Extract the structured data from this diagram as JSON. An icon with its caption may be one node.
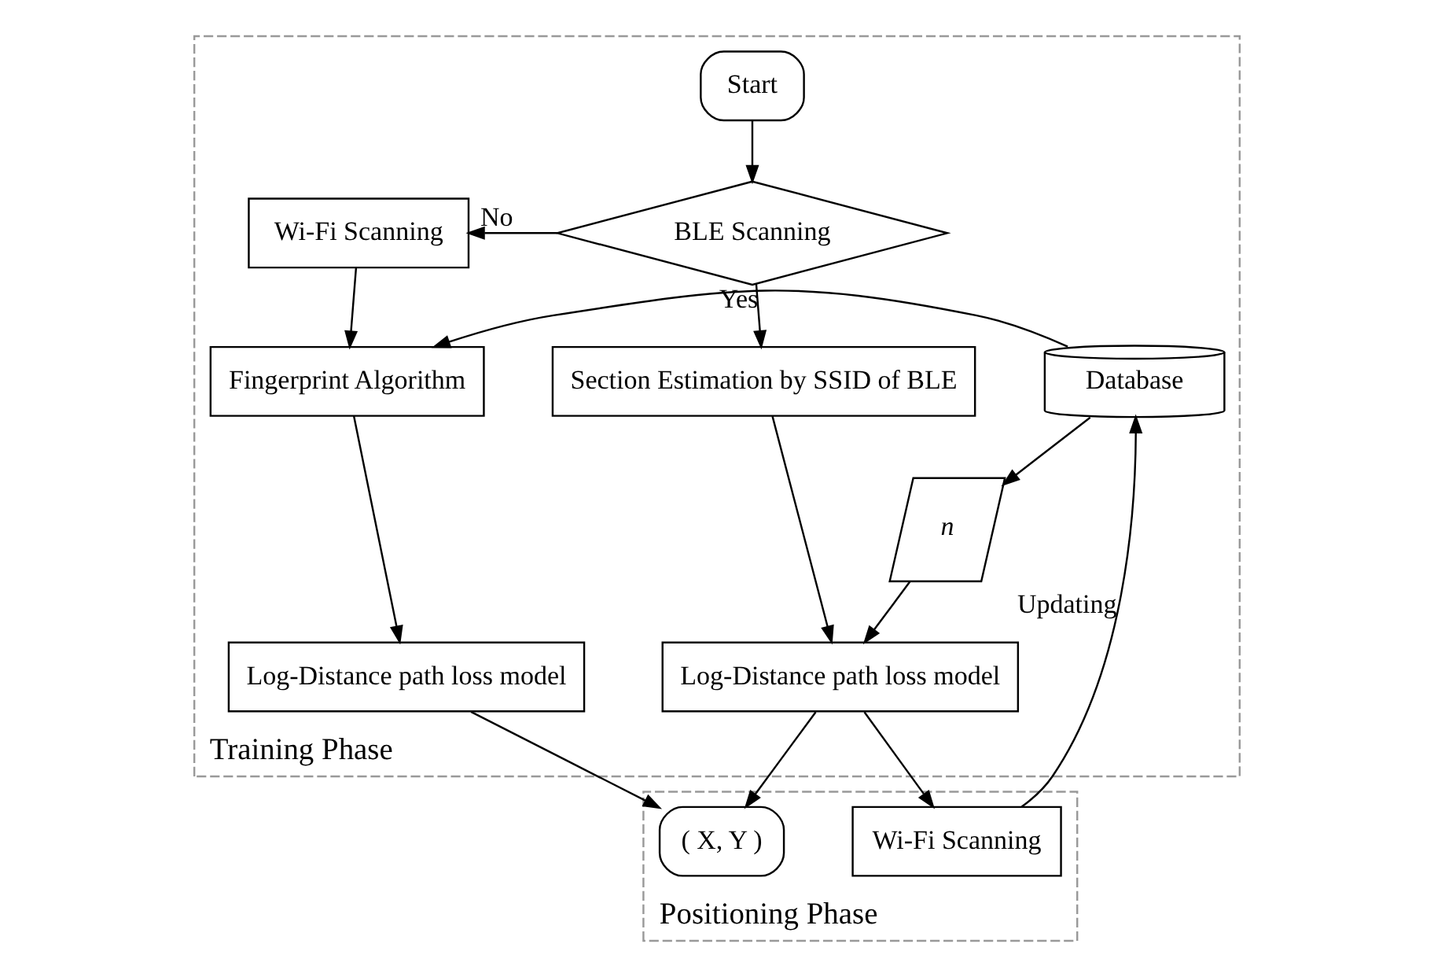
{
  "diagram": {
    "nodes": [
      {
        "text": [
          "Training Phase"
        ]
      },
      {
        "text": [
          "Positioning Phase"
        ]
      },
      {
        "text": [
          "Start"
        ],
        "in": 0
      },
      {
        "text": [
          "BLE Scanning"
        ],
        "in": 0
      },
      {
        "text": [
          "Wi-Fi Scanning"
        ],
        "in": 0
      },
      {
        "text": [
          "Section Estimation by SSID of BLE"
        ],
        "in": 0
      },
      {
        "text": [
          "Database"
        ],
        "in": 0
      },
      {
        "text": [
          "Fingerprint Algorithm"
        ],
        "in": 0
      },
      {
        "text": [
          "n"
        ],
        "in": 0
      },
      {
        "text": [
          "Log-Distance path loss model"
        ],
        "in": 0
      },
      {
        "text": [
          "Log-Distance path loss model"
        ],
        "in": 0
      },
      {
        "text": [
          "Wi-Fi Scanning"
        ],
        "in": 1
      },
      {
        "text": [
          "( X, Y )"
        ],
        "in": 1
      }
    ],
    "edges": [
      {
        "from": 2,
        "to": 3,
        "arrow": "to"
      },
      {
        "from": 3,
        "to": 4,
        "label": "No",
        "arrow": "to"
      },
      {
        "from": 3,
        "to": 5,
        "label": "Yes",
        "arrow": "to"
      },
      {
        "from": 4,
        "to": 7,
        "arrow": "to"
      },
      {
        "from": 6,
        "to": 7,
        "arrow": "to"
      },
      {
        "from": 5,
        "to": 9,
        "arrow": "to"
      },
      {
        "from": 6,
        "to": 8,
        "arrow": "to"
      },
      {
        "from": 8,
        "to": 9,
        "arrow": "to"
      },
      {
        "from": 9,
        "to": 11,
        "arrow": "to"
      },
      {
        "from": 9,
        "to": 12,
        "arrow": "to"
      },
      {
        "from": 10,
        "to": 12,
        "arrow": "to"
      },
      {
        "from": 7,
        "to": 10,
        "arrow": "to"
      },
      {
        "from": 11,
        "to": 6,
        "label": "Updating",
        "arrow": "to"
      }
    ]
  }
}
